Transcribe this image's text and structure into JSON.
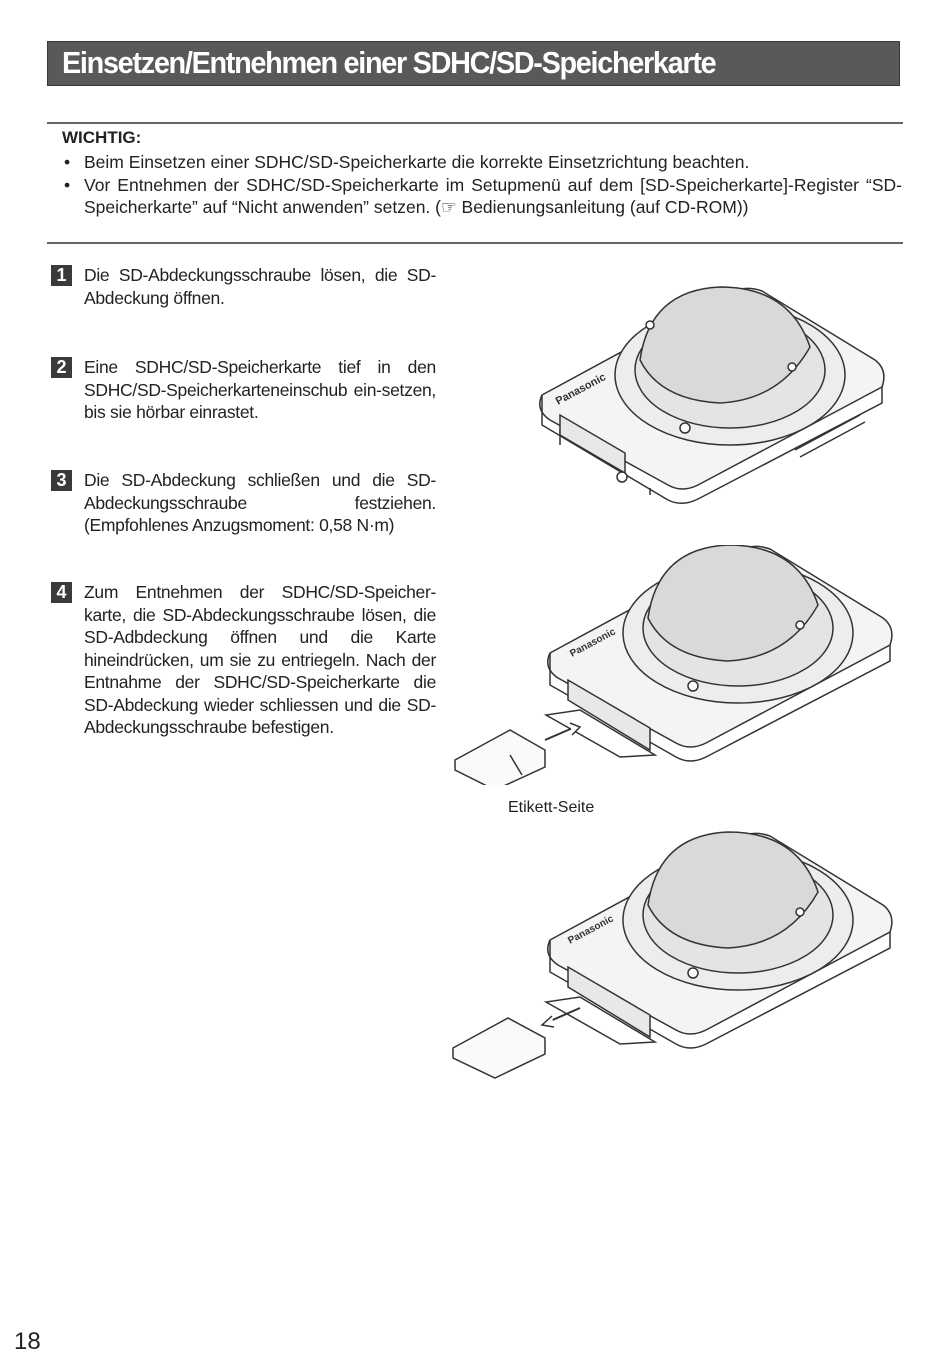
{
  "title": "Einsetzen/Entnehmen einer SDHC/SD-Speicherkarte",
  "notice": {
    "heading": "WICHTIG:",
    "items": [
      "Beim Einsetzen einer SDHC/SD-Speicherkarte die korrekte Einsetzrichtung beachten.",
      "Vor Entnehmen der SDHC/SD-Speicherkarte im Setupmenü auf dem [SD-Speicherkarte]-Register “SD-Speicherkarte” auf “Nicht anwenden” setzen. (☞ Bedienungsanleitung (auf CD-ROM))"
    ]
  },
  "steps": [
    {
      "number": "1",
      "text": "Die SD-Abdeckungsschraube lösen, die SD-Abdeckung öffnen."
    },
    {
      "number": "2",
      "text": "Eine SDHC/SD-Speicherkarte tief in den SDHC/SD-Speicherkarteneinschub ein-setzen, bis sie hörbar einrastet."
    },
    {
      "number": "3",
      "text": "Die SD-Abdeckung schließen und die SD-Abdeckungsschraube festziehen. (Empfohlenes Anzugsmoment: 0,58 N·m)"
    },
    {
      "number": "4",
      "text": "Zum Entnehmen der SDHC/SD-Speicher-karte, die SD-Abdeckungsschraube lösen, die SD-Adbdeckung öffnen und die Karte hineindrücken, um sie zu entriegeln. Nach der Entnahme der SDHC/SD-Speicherkarte die SD-Abdeckung wieder schliessen und die SD-Abdeckungsschraube befestigen."
    }
  ],
  "figures": {
    "brand": "Panasonic",
    "card_label": "Etikett-Seite"
  },
  "page_number": "18"
}
